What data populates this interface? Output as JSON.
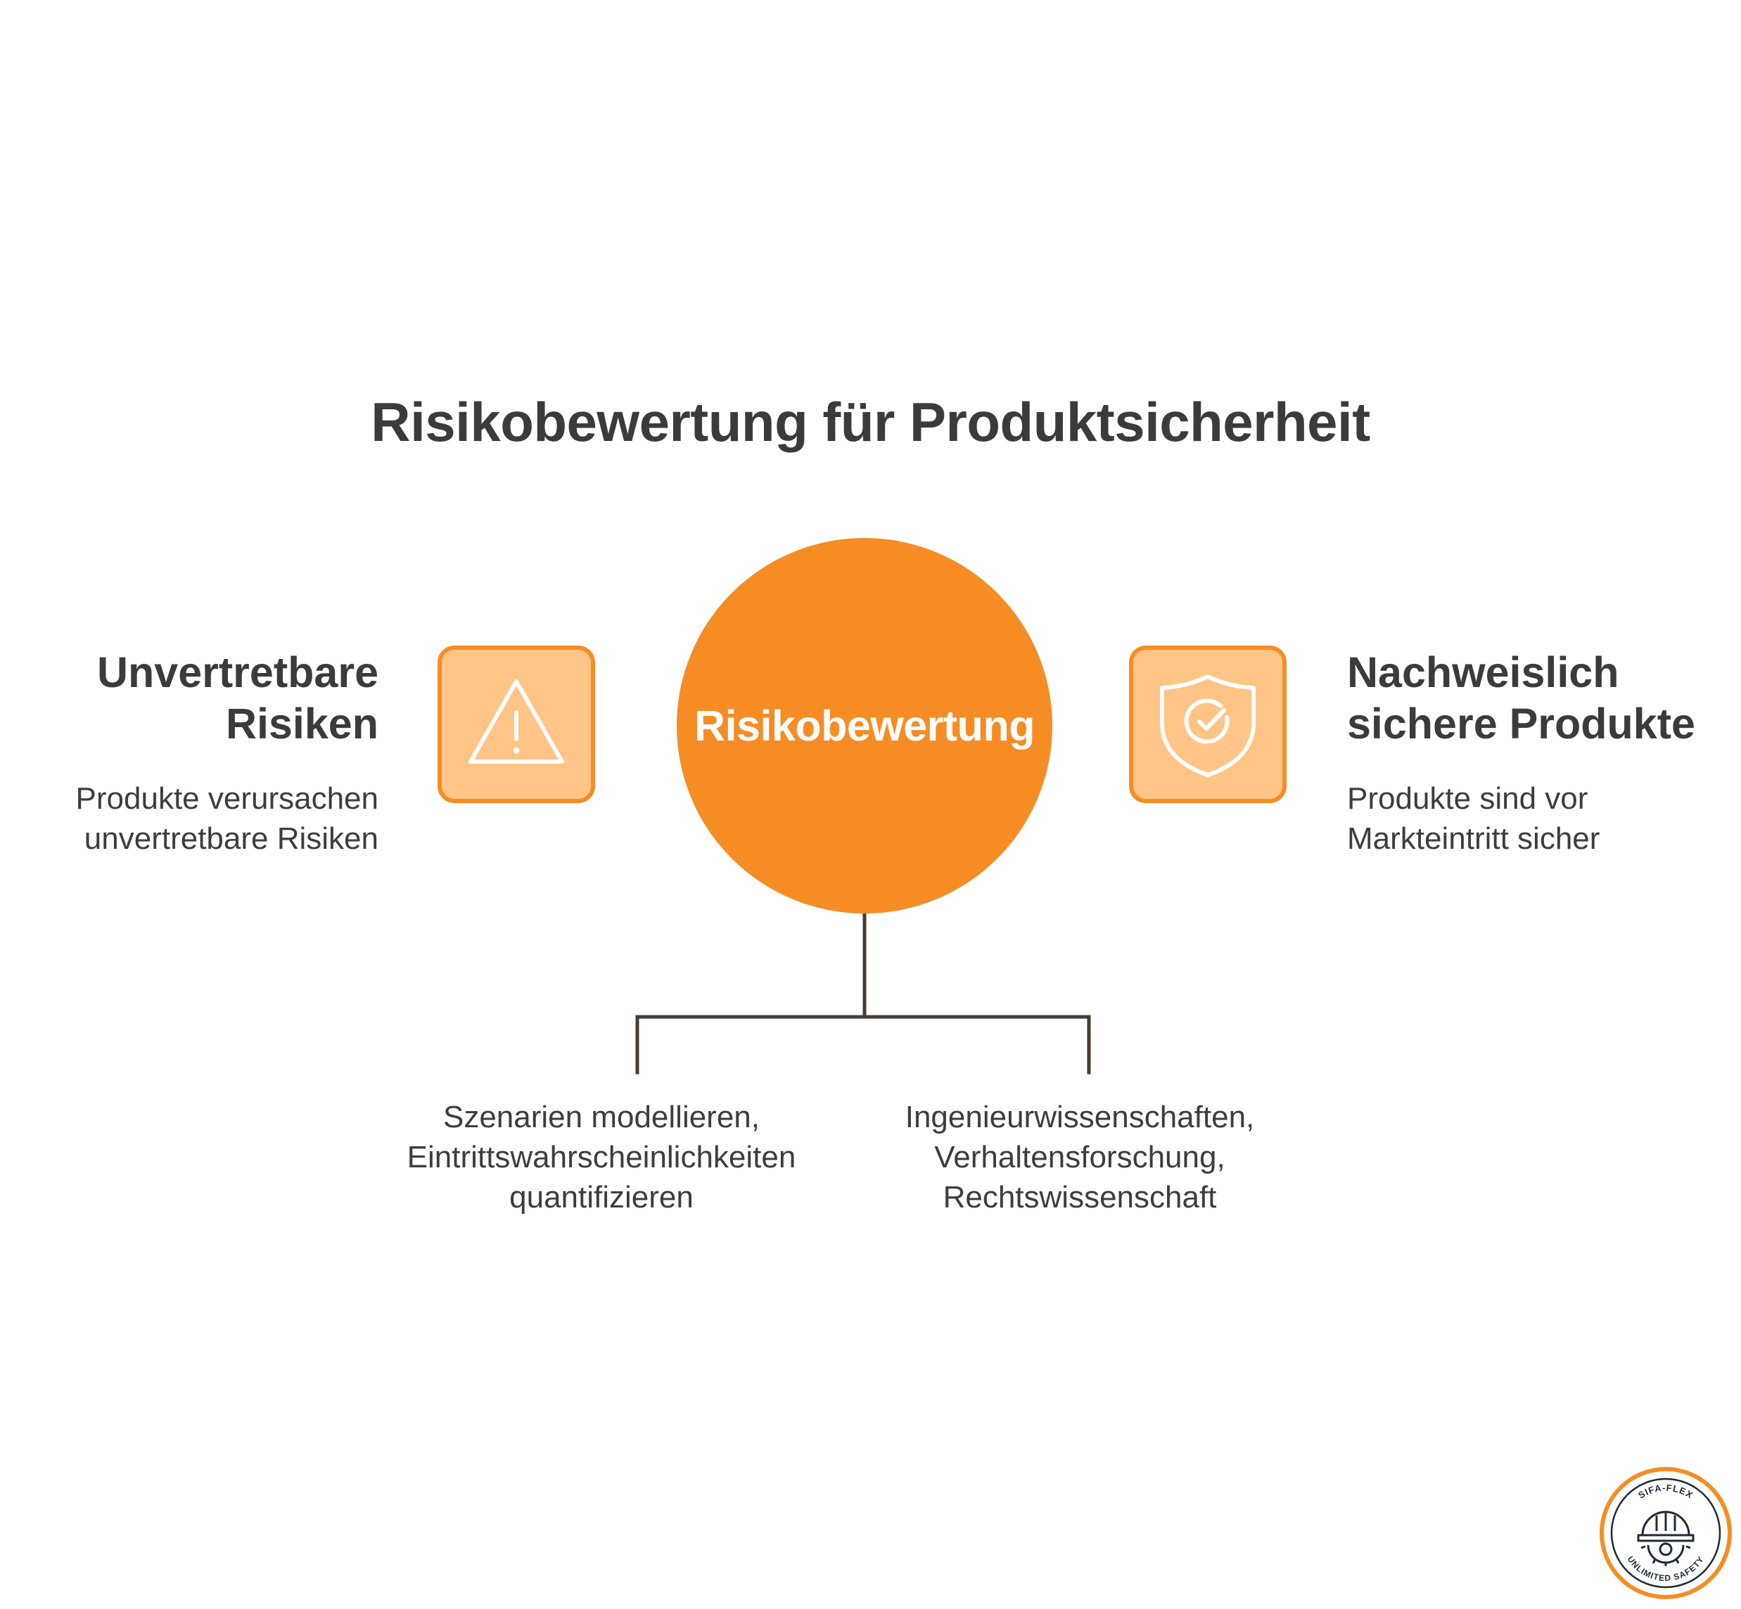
{
  "title": "Risikobewertung für Produktsicherheit",
  "center": {
    "label": "Risikobewertung",
    "color": "#f68d24"
  },
  "left": {
    "title_lines": [
      "Unvertretbare",
      "Risiken"
    ],
    "desc_lines": [
      "Produkte verursachen",
      "unvertretbare Risiken"
    ],
    "icon": "warning-triangle-icon"
  },
  "right": {
    "title_lines": [
      "Nachweislich",
      "sichere Produkte"
    ],
    "desc_lines": [
      "Produkte sind vor",
      "Markteintritt sicher"
    ],
    "icon": "shield-check-icon"
  },
  "branches": [
    {
      "lines": [
        "Szenarien modellieren,",
        "Eintrittswahrscheinlichkeiten",
        "quantifizieren"
      ]
    },
    {
      "lines": [
        "Ingenieurwissenschaften,",
        "Verhaltensforschung,",
        "Rechtswissenschaft"
      ]
    }
  ],
  "badge": {
    "top_text": "SIFA-FLEX",
    "bottom_text": "UNLIMITED SAFETY",
    "icon": "hard-hat-gear-icon"
  },
  "colors": {
    "accent": "#f68d24",
    "icon_fill": "#fec586",
    "text": "#3b3b3b",
    "connector": "#4a3b32"
  }
}
